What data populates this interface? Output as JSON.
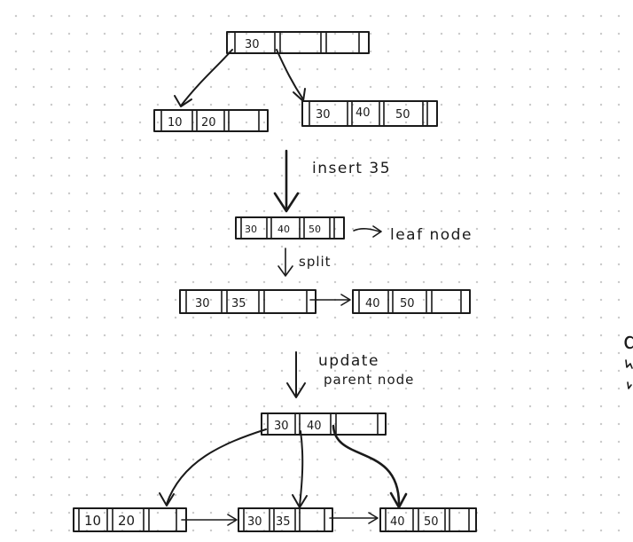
{
  "diagram": {
    "labels": {
      "insert": "insert 35",
      "leaf_node": "leaf node",
      "split": "split",
      "update_line1": "update",
      "update_line2": "parent node",
      "edge_fragment": "d"
    },
    "stage1": {
      "root": [
        "30",
        "",
        ""
      ],
      "left_leaf": [
        "10",
        "20",
        ""
      ],
      "right_leaf": [
        "30",
        "40",
        "50"
      ]
    },
    "stage2": {
      "leaf": [
        "30",
        "40",
        "50"
      ]
    },
    "stage3": {
      "left_leaf": [
        "30",
        "35",
        ""
      ],
      "right_leaf": [
        "40",
        "50",
        ""
      ]
    },
    "stage4": {
      "root": [
        "30",
        "40",
        ""
      ],
      "leaf1": [
        "10",
        "20",
        ""
      ],
      "leaf2": [
        "30",
        "35",
        ""
      ],
      "leaf3": [
        "40",
        "50",
        ""
      ]
    },
    "colors": {
      "ink": "#1a1a1a",
      "background": "#ffffff",
      "grid_dots": "#c9c9c9"
    }
  }
}
